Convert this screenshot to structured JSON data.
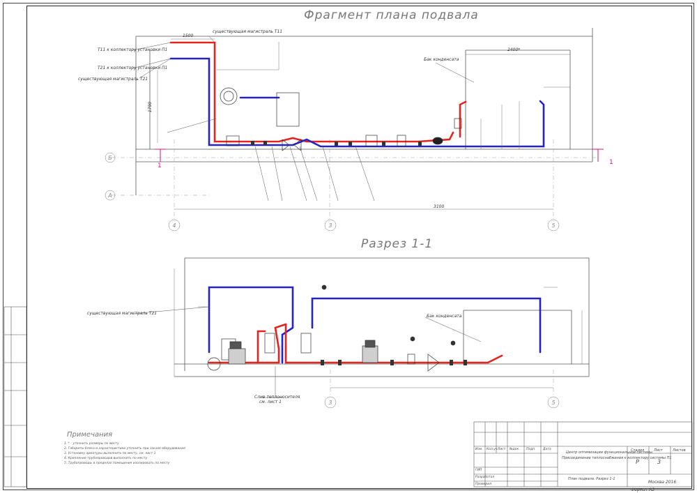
{
  "titles": {
    "plan": "Фрагмент плана подвала",
    "section": "Разрез 1-1"
  },
  "plan_labels": {
    "existing_top": "существующая магистраль Т11",
    "t11_connect": "Т11 к коллектору установки П1",
    "t21_connect": "Т21 к коллектору установки П1",
    "existing_t21": "существующая магистраль Т21",
    "tank": "Бак конденсата",
    "dim_1500": "1500",
    "dim_2400": "2400*",
    "dim_1790": "1790",
    "dim_3100": "3100",
    "section_mark": "1",
    "axis_A": "А",
    "axis_B": "Б",
    "axis_4": "4",
    "axis_3": "3",
    "axis_5": "5"
  },
  "section_labels": {
    "existing_t21": "существующая магистраль Т21",
    "drain": "Слив теплоносителя",
    "drain_ref": "см. лист 1",
    "tank": "Бак конденсата",
    "axis_3": "3",
    "axis_5": "5"
  },
  "notes": {
    "heading": "Примечания",
    "items": [
      "1. * - уточнить размеры по месту",
      "2. Габариты блока и характеристики уточнить при заказе оборудования",
      "3. Установку арматуры выполнить по месту, см. лист 1",
      "4. Крепление трубопроводов выполнить по месту",
      "5. Трубопроводы в пределах помещения изолировать по месту"
    ]
  },
  "title_block": {
    "header_cells": [
      "Изм.",
      "Кол.уч.",
      "Лист",
      "№док.",
      "Подп.",
      "Дата"
    ],
    "project": "Центр оптимизации функциональной системы",
    "project2": "Присоединение теплоснабжения к коллектору системы П1",
    "stage_h": "Стадия",
    "sheet_h": "Лист",
    "sheets_h": "Листов",
    "sheet_no": "3",
    "stage": "Р",
    "drawing": "План подвала. Разрез 1-1",
    "roles": [
      "ГИП",
      "Разработал",
      "Проверил"
    ],
    "city": "Москва 2016",
    "format": "Формат А2"
  },
  "colors": {
    "supply": "#e52420",
    "return": "#2323c8",
    "line": "#333333",
    "grid": "#9a9a9a"
  }
}
